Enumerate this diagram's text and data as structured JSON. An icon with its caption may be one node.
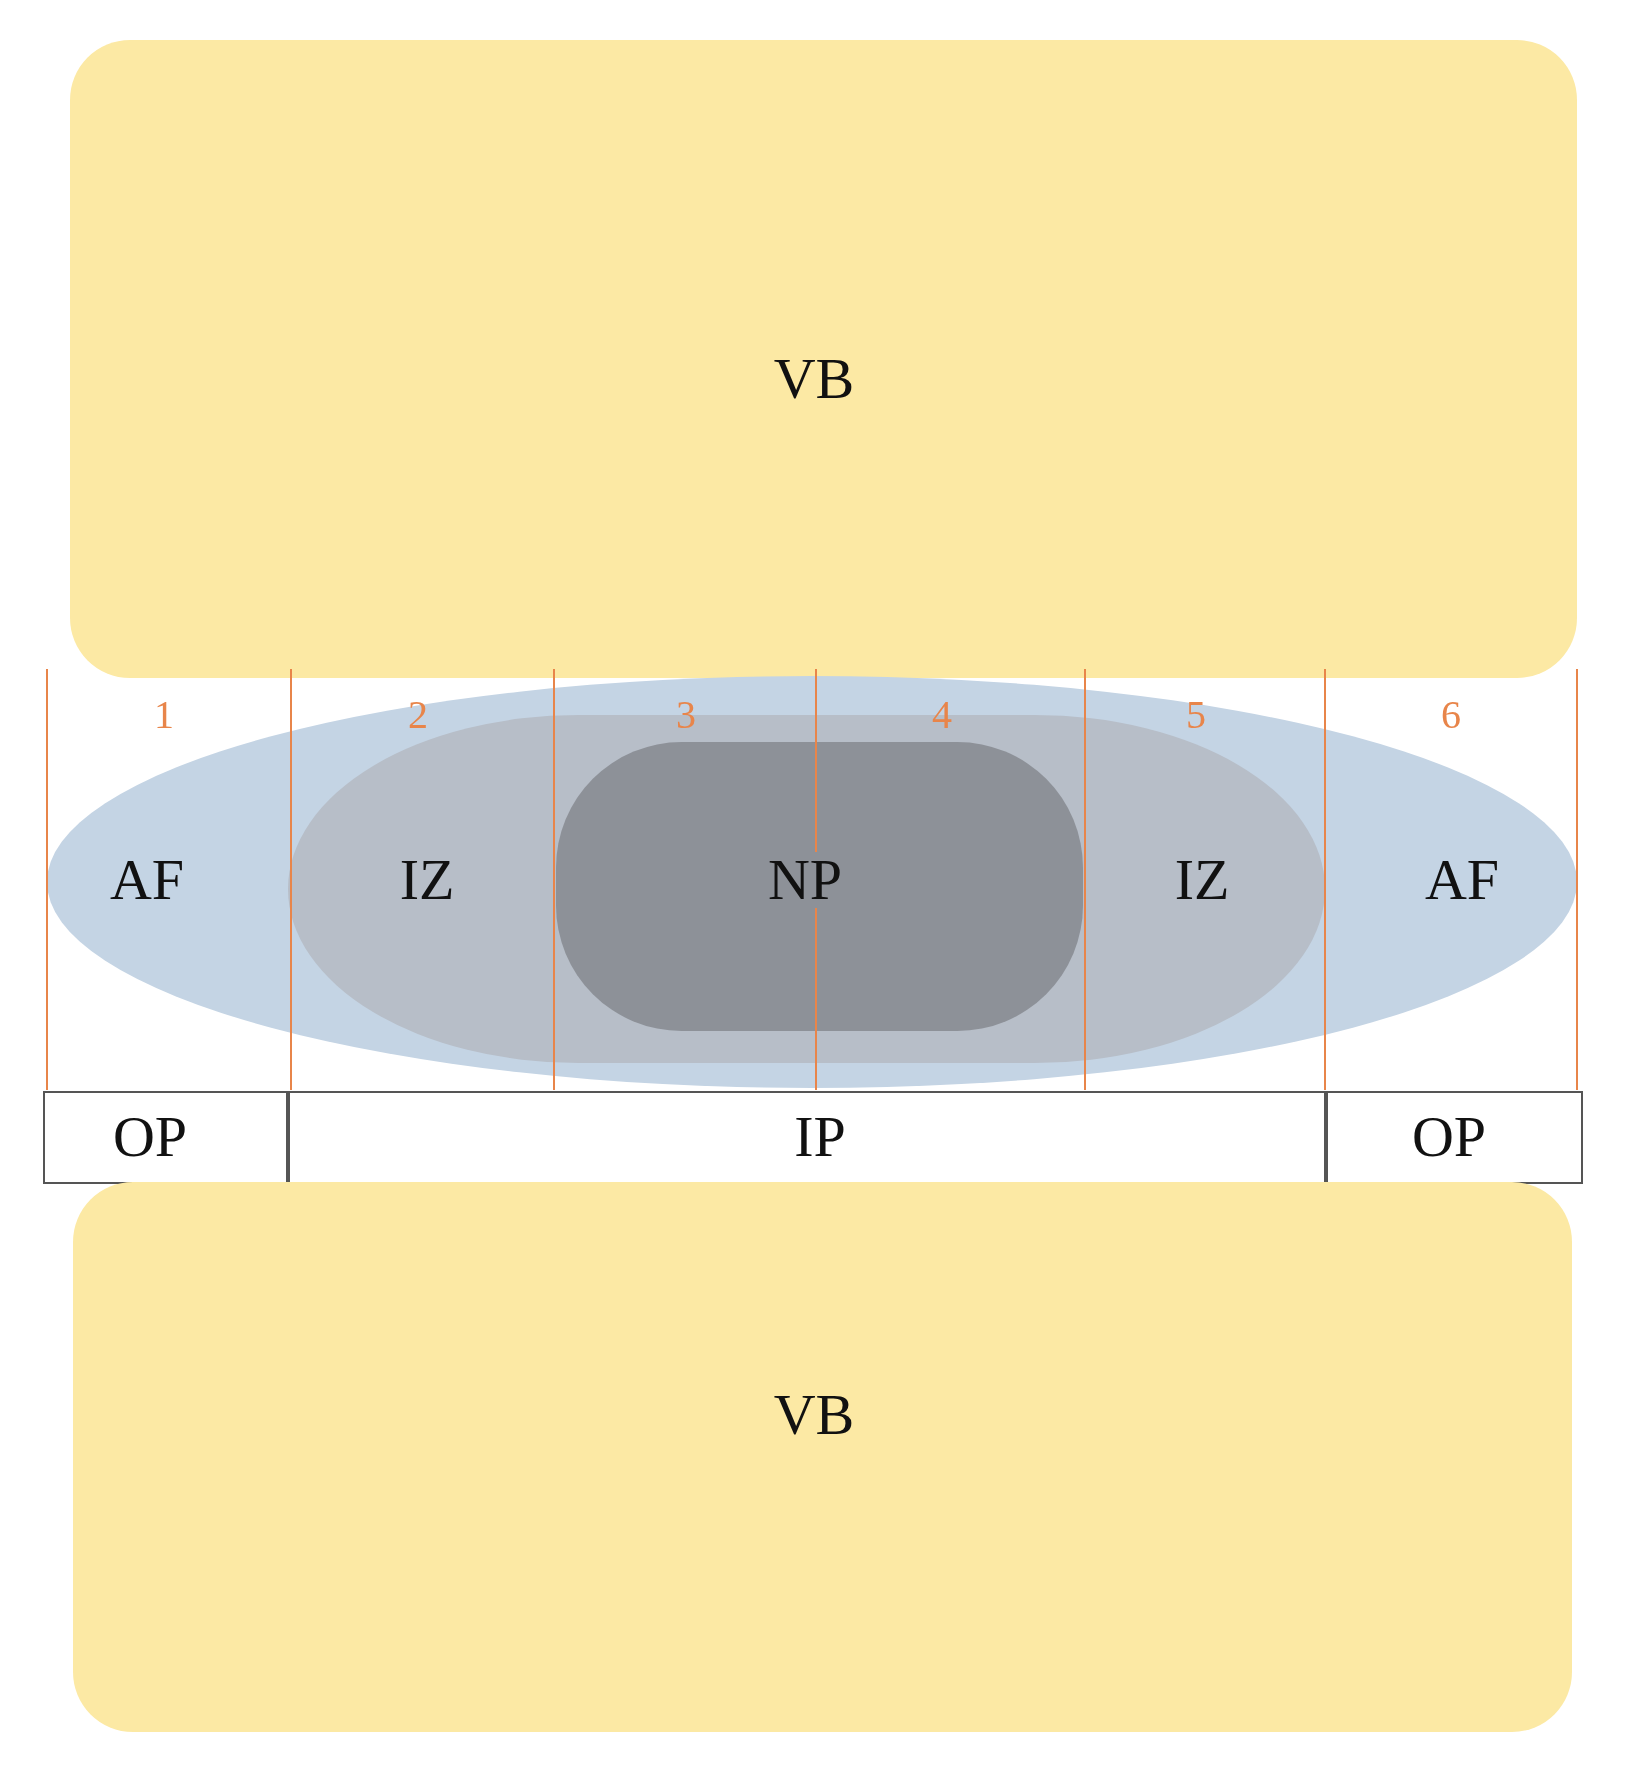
{
  "diagram": {
    "nodes": [
      {
        "text": [
          "VB"
        ]
      },
      {
        "text": [
          "AF",
          "AF"
        ]
      },
      {
        "text": [
          "IZ",
          "IZ"
        ],
        "in": 1
      },
      {
        "text": [
          "NP"
        ],
        "in": 2
      },
      {
        "text": [
          "OP"
        ]
      },
      {
        "text": [
          "IP"
        ]
      },
      {
        "text": [
          "OP"
        ]
      },
      {
        "text": [
          "VB"
        ]
      }
    ],
    "edges": [],
    "labels": [
      "1",
      "2",
      "3",
      "4",
      "5",
      "6"
    ]
  }
}
